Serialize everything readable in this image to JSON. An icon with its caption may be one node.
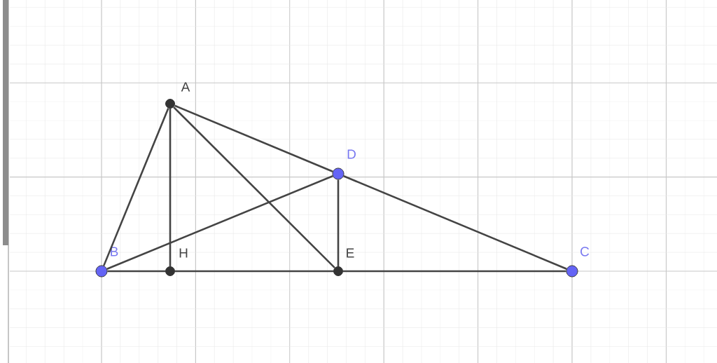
{
  "diagram": {
    "nodes": [
      {
        "text": [
          "A"
        ]
      },
      {
        "text": [
          "D"
        ]
      },
      {
        "text": [
          "B"
        ]
      },
      {
        "text": [
          "H"
        ]
      },
      {
        "text": [
          "E"
        ]
      },
      {
        "text": [
          "C"
        ]
      }
    ],
    "edges": [
      {
        "from": 0,
        "to": 2,
        "arrow": "none"
      },
      {
        "from": 0,
        "to": 3,
        "arrow": "none"
      },
      {
        "from": 0,
        "to": 4,
        "arrow": "none"
      },
      {
        "from": 0,
        "to": 1,
        "arrow": "none"
      },
      {
        "from": 1,
        "to": 5,
        "arrow": "none"
      },
      {
        "from": 2,
        "to": 1,
        "arrow": "none"
      },
      {
        "from": 1,
        "to": 4,
        "arrow": "none"
      },
      {
        "from": 2,
        "to": 3,
        "arrow": "none"
      },
      {
        "from": 3,
        "to": 4,
        "arrow": "none"
      },
      {
        "from": 4,
        "to": 5,
        "arrow": "none"
      }
    ]
  }
}
